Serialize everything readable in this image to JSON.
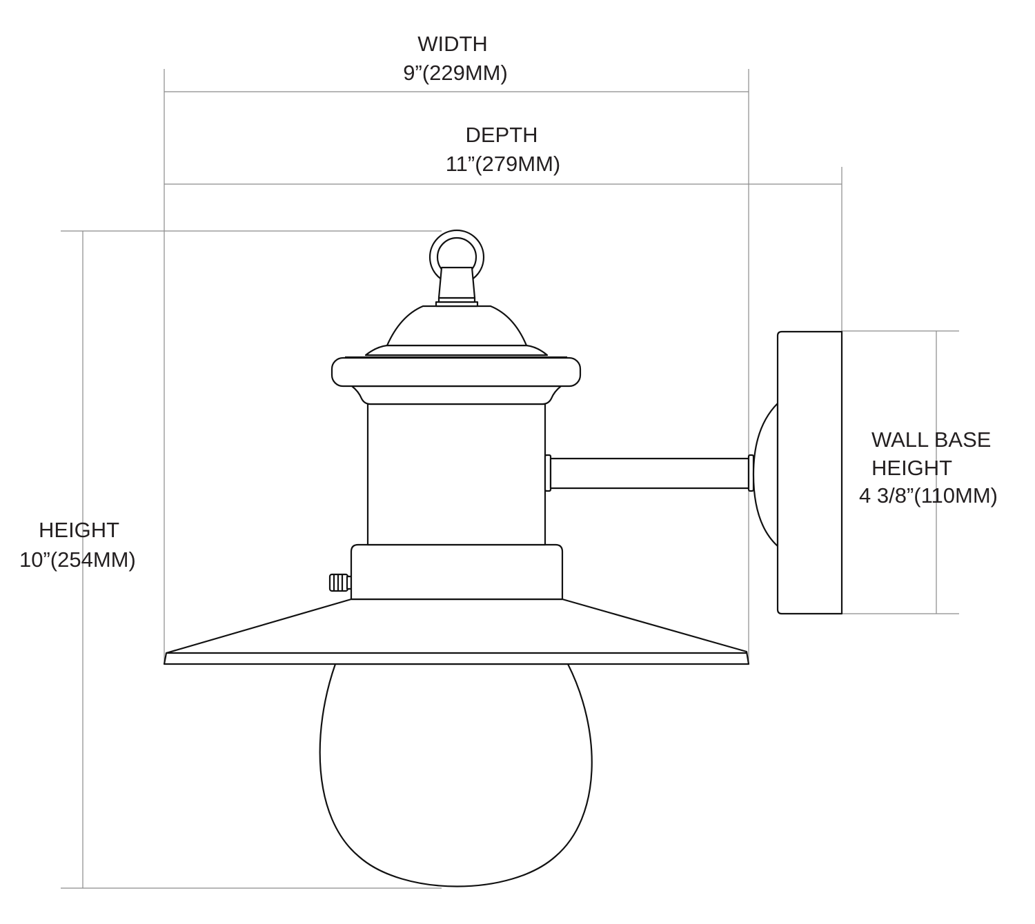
{
  "dimensions": {
    "width": {
      "label": "WIDTH",
      "value": "9”(229MM)"
    },
    "depth": {
      "label": "DEPTH",
      "value": "11”(279MM)"
    },
    "height": {
      "label": "HEIGHT",
      "value": "10”(254MM)"
    },
    "wall_base_height": {
      "label_line1": "WALL BASE",
      "label_line2": "HEIGHT",
      "value": "4 3/8”(110MM)"
    }
  },
  "colors": {
    "line": "#111111",
    "dimension_line": "#8a8a8a",
    "text": "#231f20"
  }
}
